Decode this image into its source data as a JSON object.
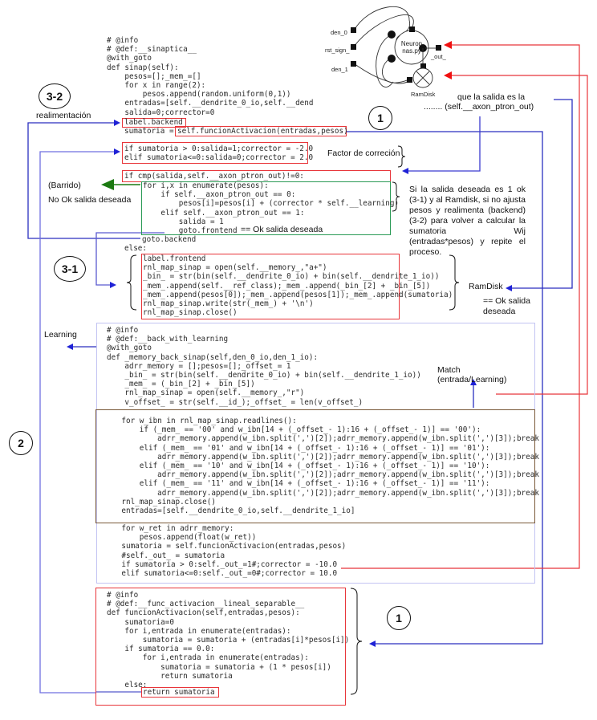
{
  "neuron_diagram": {
    "inputs": [
      "den_0",
      "rst_sign_",
      "den_1"
    ],
    "neuron_label_line1": "Neuron",
    "neuron_label_line2": "nas.py",
    "output_label": "_out_",
    "ramdisk_label": "RamDisk"
  },
  "sinap_block": {
    "lines": [
      "# @info",
      "# @def:__sinaptica__",
      "@with_goto",
      "def sinap(self):",
      "    pesos=[];_mem_=[]",
      "    for x in range(2):",
      "        pesos.append(random.uniform(0,1))",
      "    entradas=[self.__dendrite_0_io,self.__dend",
      "    salida=0;corrector=0"
    ],
    "label_backend": "label.backend",
    "sumatoria_prefix": "sumatoria = ",
    "sumatoria_call": "self.funcionActivacion(entradas,pesos)",
    "corrector_lines": [
      "if sumatoria > 0:salida=1;corrector = -2.0",
      "elif sumatoria<=0:salida=0;corrector = 2.0"
    ],
    "cmp_line": "if cmp(salida,self.__axon_ptron_out)!=0:",
    "loop_lines": [
      "for i,x in enumerate(pesos):",
      "    if self.__axon_ptron_out == 0:",
      "        pesos[i]=pesos[i] + (corrector * self.__learning)",
      "    elif self.__axon_ptron_out == 1:",
      "        salida = 1",
      "        goto.frontend"
    ],
    "goto_backend": "goto.backend",
    "else_line": "else:",
    "frontend_lines": [
      "label.frontend",
      "rnl_map_sinap = open(self.__memory_,\"a+\")",
      "_bin_ = str(bin(self.__dendrite_0_io) + bin(self.__dendrite_1_io))",
      "_mem_.append(self.__ref_class);_mem_.append(_bin_[2] + _bin_[5])",
      "_mem_.append(pesos[0]);_mem_.append(pesos[1]);_mem_.append(sumatoria)",
      "rnl_map_sinap.write(str(_mem_) + '\\n')",
      "rnl_map_sinap.close()"
    ]
  },
  "learning_block": {
    "header_lines": [
      "# @info",
      "# @def:__back_with_learning",
      "@with_goto",
      "def _memory_back_sinap(self,den_0_io,den_1_io):",
      "    adrr_memory = [];pesos=[];_offset_= 1",
      "    _bin_ = str(bin(self.__dendrite_0_io) + bin(self.__dendrite_1_io))",
      "    _mem_ = (_bin_[2] + _bin_[5])",
      "    rnl_map_sinap = open(self.__memory_,\"r\")",
      "    v_offset_ = str(self.__id_);_offset_ = len(v_offset_)"
    ],
    "match_lines": [
      "    for w_ibn in rnl_map_sinap.readlines():",
      "        if (_mem_ == '00' and w_ibn[14 + (_offset_- 1):16 + (_offset_- 1)] == '00'):",
      "            adrr_memory.append(w_ibn.split(',')[2]);adrr_memory.append(w_ibn.split(',')[3]);break",
      "        elif (_mem_ == '01' and w_ibn[14 + (_offset_- 1):16 + (_offset_- 1)] == '01'):",
      "            adrr_memory.append(w_ibn.split(',')[2]);adrr_memory.append(w_ibn.split(',')[3]);break",
      "        elif (_mem_ == '10' and w_ibn[14 + (_offset_- 1):16 + (_offset_- 1)] == '10'):",
      "            adrr_memory.append(w_ibn.split(',')[2]);adrr_memory.append(w_ibn.split(',')[3]);break",
      "        elif (_mem_ == '11' and w_ibn[14 + (_offset_- 1):16 + (_offset_- 1)] == '11'):",
      "            adrr_memory.append(w_ibn.split(',')[2]);adrr_memory.append(w_ibn.split(',')[3]);break",
      "    rnl_map_sinap.close()",
      "    entradas=[self.__dendrite_0_io,self.__dendrite_1_io]"
    ],
    "tail_lines": [
      "    for w_ret in adrr_memory:",
      "        pesos.append(float(w_ret))",
      "    sumatoria = self.funcionActivacion(entradas,pesos)",
      "    #self._out_ = sumatoria",
      "    if sumatoria > 0:self._out_=1#;corrector = -10.0",
      "    elif sumatoria<=0:self._out_=0#;corrector = 10.0"
    ]
  },
  "activation_block": {
    "lines": [
      "# @info",
      "# @def:__func_activacion__lineal_separable__",
      "def funcionActivacion(self,entradas,pesos):",
      "    sumatoria=0",
      "    for i,entrada in enumerate(entradas):",
      "        sumatoria = sumatoria + (entradas[i]*pesos[i])",
      "    if sumatoria == 0.0:",
      "        for i,entrada in enumerate(entradas):",
      "            sumatoria = sumatoria + (1 * pesos[i])",
      "            return sumatoria",
      "    else:"
    ],
    "return_line": "return sumatoria"
  },
  "annotations": {
    "step_3_2": "3-2",
    "step_3_1": "3-1",
    "step_1_top": "1",
    "step_1_bottom": "1",
    "step_2": "2",
    "realimentacion": "realimentación",
    "barrido": "(Barrido)",
    "no_ok": "No Ok salida deseada",
    "ok_inline": "== Ok salida deseada",
    "factor": "Factor de correción",
    "desired_output_line1": "que la salida es la",
    "desired_output_line2": "........ (self.__axon_ptron_out)",
    "explanation": "Si la salida deseada es 1 ok (3-1) y al Ramdisk, si no ajusta pesos y realimenta (backend) (3-2) para volver a calcular la sumatoria Wij (entradas*pesos) y repite el proceso.",
    "ramdisk": "RamDisk",
    "ramdisk_ok_line1": "== Ok salida",
    "ramdisk_ok_line2": "deseada",
    "learning": "Learning",
    "match_line1": "Match",
    "match_line2": "(entrada/Learning)"
  },
  "colors": {
    "red": "#e8353a",
    "blue": "#2a2fbf",
    "light_blue": "#a9aaf0",
    "green": "#2a9a55",
    "brown": "#7a5a3a",
    "dark_green_arrow": "#1c7a12"
  }
}
